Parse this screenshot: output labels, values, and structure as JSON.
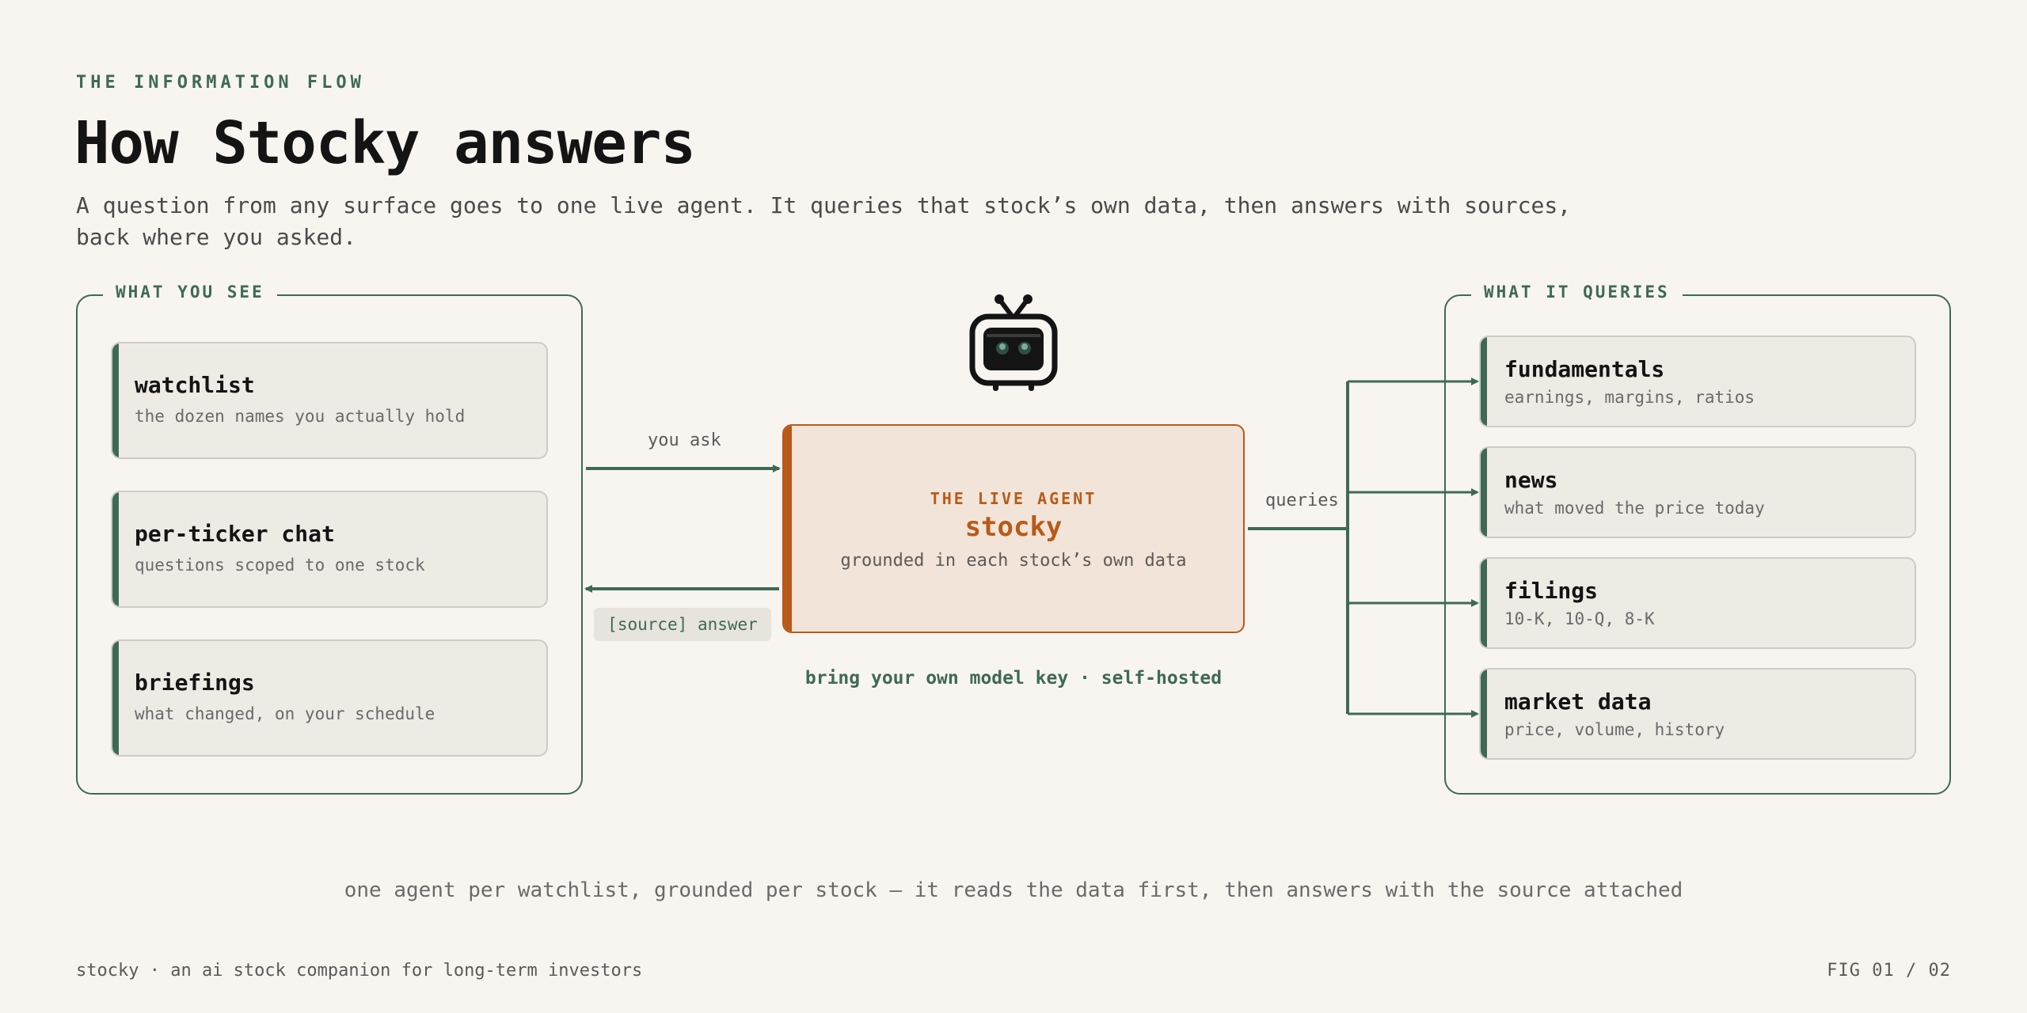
{
  "header": {
    "eyebrow": "THE INFORMATION FLOW",
    "title": "How Stocky answers",
    "subtitle": "A question from any surface goes to one live agent. It queries that stock’s own data, then answers with sources, back where you asked."
  },
  "left_panel": {
    "label": "WHAT YOU SEE",
    "cards": [
      {
        "title": "watchlist",
        "subtitle": "the dozen names you actually hold"
      },
      {
        "title": "per-ticker chat",
        "subtitle": "questions scoped to one stock"
      },
      {
        "title": "briefings",
        "subtitle": "what changed, on your schedule"
      }
    ]
  },
  "agent": {
    "eyebrow": "THE LIVE AGENT",
    "name": "stocky",
    "subtitle": "grounded in each stock’s own data",
    "note": "bring your own model key · self-hosted",
    "icon": "robot-tv-icon"
  },
  "flows": {
    "ask_label": "you ask",
    "answer_label": "[source] answer",
    "queries_label": "queries"
  },
  "right_panel": {
    "label": "WHAT IT QUERIES",
    "cards": [
      {
        "title": "fundamentals",
        "subtitle": "earnings, margins, ratios"
      },
      {
        "title": "news",
        "subtitle": "what moved the price today"
      },
      {
        "title": "filings",
        "subtitle": "10-K, 10-Q, 8-K"
      },
      {
        "title": "market data",
        "subtitle": "price, volume, history"
      }
    ]
  },
  "footnote": "one agent per watchlist, grounded per stock — it reads the data first, then answers with the source attached",
  "footer": {
    "left": "stocky · an ai stock companion for long-term investors",
    "right": "FIG 01 / 02"
  },
  "colors": {
    "accent_green": "#3e6a55",
    "accent_orange": "#b85a1a",
    "background": "#f8f5f0"
  }
}
